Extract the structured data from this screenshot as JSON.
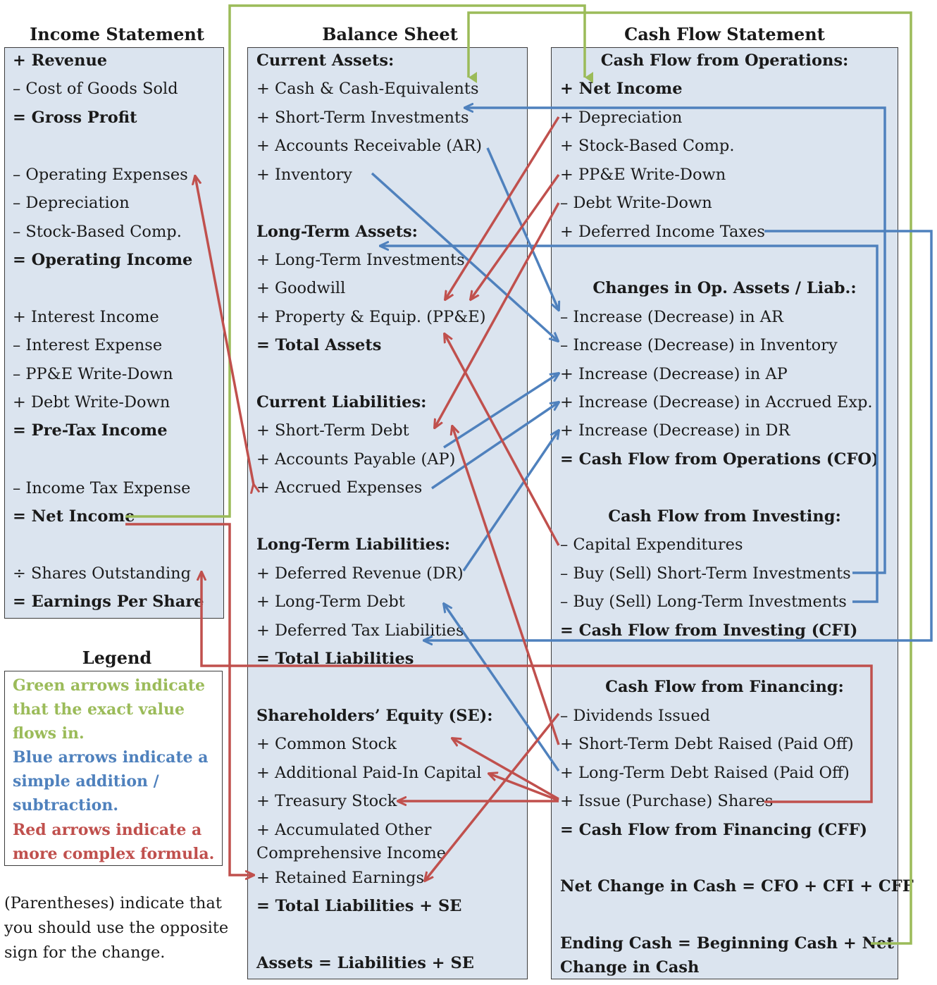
{
  "colors": {
    "green": "#9bbb59",
    "blue": "#4f81bd",
    "red": "#c0504d",
    "panel": "#dbe4ef"
  },
  "income": {
    "title": "Income Statement",
    "lines": [
      {
        "text": "+ Revenue",
        "bold": true
      },
      {
        "text": "– Cost of Goods Sold",
        "bold": false
      },
      {
        "text": "= Gross Profit",
        "bold": true
      },
      {
        "text": "– Operating Expenses",
        "bold": false
      },
      {
        "text": "– Depreciation",
        "bold": false
      },
      {
        "text": "– Stock-Based Comp.",
        "bold": false
      },
      {
        "text": "= Operating Income",
        "bold": true
      },
      {
        "text": "+ Interest Income",
        "bold": false
      },
      {
        "text": "– Interest Expense",
        "bold": false
      },
      {
        "text": "– PP&E Write-Down",
        "bold": false
      },
      {
        "text": "+ Debt Write-Down",
        "bold": false
      },
      {
        "text": "= Pre-Tax Income",
        "bold": true
      },
      {
        "text": "– Income Tax Expense",
        "bold": false
      },
      {
        "text": "= Net Income",
        "bold": true
      },
      {
        "text": "÷ Shares Outstanding",
        "bold": false
      },
      {
        "text": "= Earnings Per Share",
        "bold": true
      }
    ]
  },
  "balance": {
    "title": "Balance Sheet",
    "lines": [
      {
        "text": "Current Assets:",
        "bold": true
      },
      {
        "text": "+ Cash & Cash-Equivalents",
        "bold": false
      },
      {
        "text": "+ Short-Term Investments",
        "bold": false
      },
      {
        "text": "+ Accounts Receivable (AR)",
        "bold": false
      },
      {
        "text": "+ Inventory",
        "bold": false
      },
      {
        "text": "Long-Term Assets:",
        "bold": true
      },
      {
        "text": "+ Long-Term Investments",
        "bold": false
      },
      {
        "text": "+ Goodwill",
        "bold": false
      },
      {
        "text": "+ Property & Equip. (PP&E)",
        "bold": false
      },
      {
        "text": "= Total Assets",
        "bold": true
      },
      {
        "text": "Current Liabilities:",
        "bold": true
      },
      {
        "text": "+ Short-Term Debt",
        "bold": false
      },
      {
        "text": "+ Accounts Payable (AP)",
        "bold": false
      },
      {
        "text": "+ Accrued Expenses",
        "bold": false
      },
      {
        "text": "Long-Term Liabilities:",
        "bold": true
      },
      {
        "text": "+ Deferred Revenue (DR)",
        "bold": false
      },
      {
        "text": "+ Long-Term Debt",
        "bold": false
      },
      {
        "text": "+ Deferred Tax Liabilities",
        "bold": false
      },
      {
        "text": "= Total Liabilities",
        "bold": true
      },
      {
        "text": "Shareholders’ Equity (SE):",
        "bold": true
      },
      {
        "text": "+ Common Stock",
        "bold": false
      },
      {
        "text": "+ Additional Paid-In Capital",
        "bold": false
      },
      {
        "text": "+ Treasury Stock",
        "bold": false
      },
      {
        "text": "+ Accumulated Other",
        "bold": false
      },
      {
        "text": "Comprehensive Income",
        "bold": false
      },
      {
        "text": "+ Retained Earnings",
        "bold": false
      },
      {
        "text": "= Total Liabilities + SE",
        "bold": true
      },
      {
        "text": "Assets = Liabilities + SE",
        "bold": true
      }
    ]
  },
  "cashflow": {
    "title": "Cash Flow Statement",
    "lines": [
      {
        "text": "Cash Flow from Operations:",
        "bold": true
      },
      {
        "text": "+ Net Income",
        "bold": true
      },
      {
        "text": "+ Depreciation",
        "bold": false
      },
      {
        "text": "+ Stock-Based Comp.",
        "bold": false
      },
      {
        "text": "+ PP&E Write-Down",
        "bold": false
      },
      {
        "text": "– Debt Write-Down",
        "bold": false
      },
      {
        "text": "+ Deferred Income Taxes",
        "bold": false
      },
      {
        "text": "Changes in Op. Assets / Liab.:",
        "bold": true
      },
      {
        "text": "– Increase (Decrease) in AR",
        "bold": false
      },
      {
        "text": "– Increase (Decrease) in Inventory",
        "bold": false
      },
      {
        "text": "+ Increase (Decrease) in AP",
        "bold": false
      },
      {
        "text": "+ Increase (Decrease) in Accrued Exp.",
        "bold": false
      },
      {
        "text": "+ Increase (Decrease) in DR",
        "bold": false
      },
      {
        "text": "= Cash Flow from Operations (CFO)",
        "bold": true
      },
      {
        "text": "Cash Flow from Investing:",
        "bold": true
      },
      {
        "text": "– Capital Expenditures",
        "bold": false
      },
      {
        "text": "– Buy (Sell) Short-Term Investments",
        "bold": false
      },
      {
        "text": "– Buy (Sell) Long-Term Investments",
        "bold": false
      },
      {
        "text": "= Cash Flow from Investing (CFI)",
        "bold": true
      },
      {
        "text": "Cash Flow from Financing:",
        "bold": true
      },
      {
        "text": "– Dividends Issued",
        "bold": false
      },
      {
        "text": "+ Short-Term Debt Raised (Paid Off)",
        "bold": false
      },
      {
        "text": "+ Long-Term Debt Raised (Paid Off)",
        "bold": false
      },
      {
        "text": "+ Issue (Purchase) Shares",
        "bold": false
      },
      {
        "text": "= Cash Flow from Financing (CFF)",
        "bold": true
      },
      {
        "text": "Net Change in Cash = CFO + CFI + CFF",
        "bold": true
      },
      {
        "text": "Ending Cash = Beginning Cash + Net",
        "bold": true
      },
      {
        "text": "Change in Cash",
        "bold": true
      }
    ]
  },
  "legend": {
    "title": "Legend",
    "green": "Green arrows indicate\nthat the exact value\nflows in.",
    "blue": "Blue arrows indicate a\nsimple addition /\nsubtraction.",
    "red": "Red arrows indicate a\nmore complex formula."
  },
  "note": "(Parentheses) indicate that\nyou should use the opposite\nsign for the change."
}
